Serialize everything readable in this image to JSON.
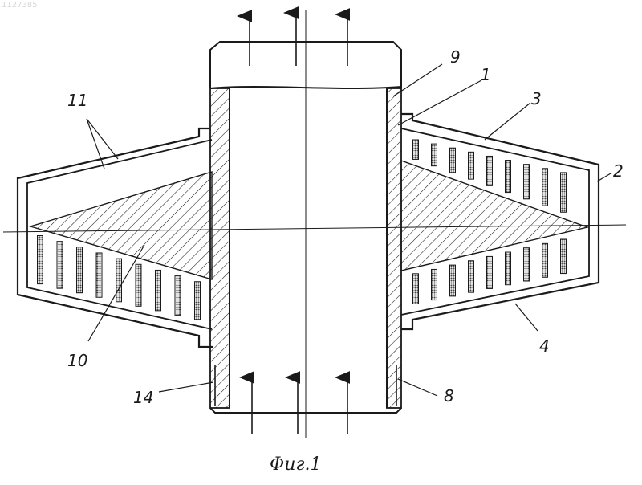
{
  "watermark": "1127385",
  "caption": "Фиг.1",
  "labels": {
    "n1": "1",
    "n2": "2",
    "n3": "3",
    "n4": "4",
    "n8": "8",
    "n9": "9",
    "n10": "10",
    "n11": "11",
    "n14": "14"
  },
  "colors": {
    "ink": "#1a1a1a",
    "paper": "#ffffff",
    "fin_fill": "#555555"
  },
  "icons": {
    "flow_arrow": "arrow-up-icon"
  }
}
